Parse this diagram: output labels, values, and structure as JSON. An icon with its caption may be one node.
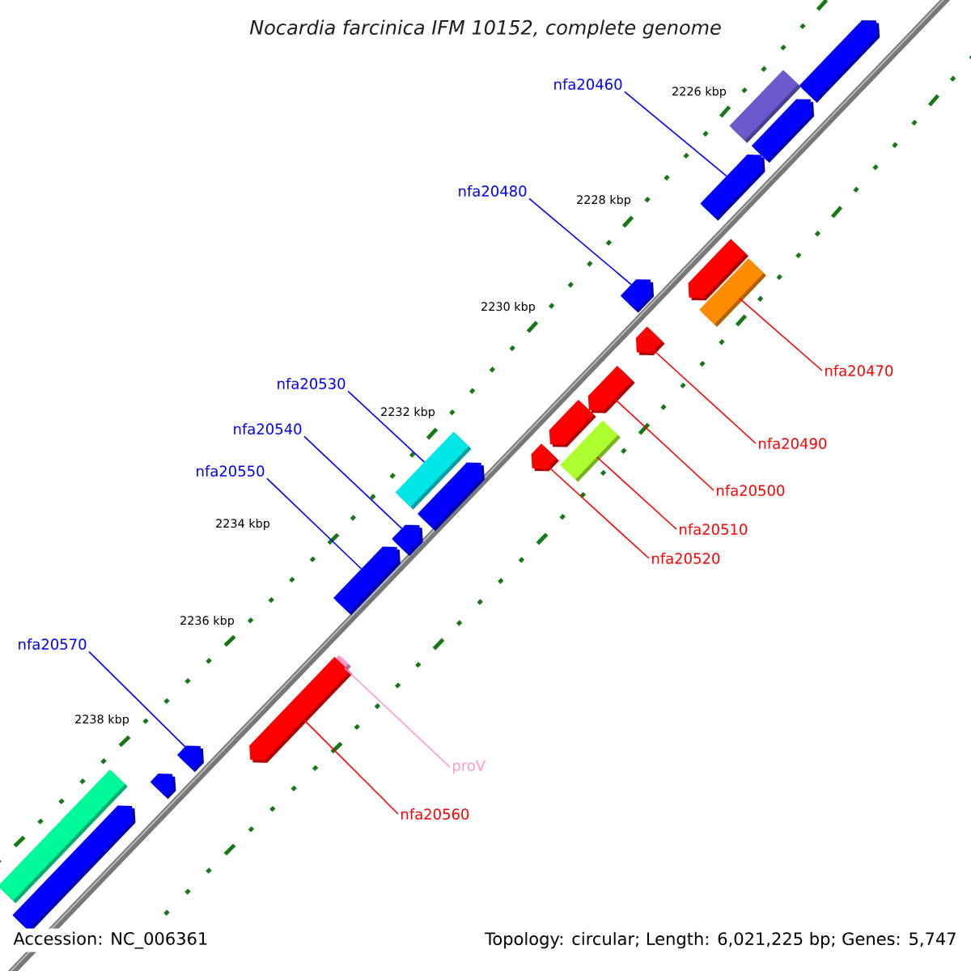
{
  "diagram": {
    "title": "Nocardia farcinica IFM 10152, complete genome",
    "nodes": [
      {
        "text": [
          "nfa20460"
        ]
      },
      {
        "text": [
          "nfa20480"
        ]
      },
      {
        "text": [
          "nfa20470"
        ]
      },
      {
        "text": [
          "nfa20530"
        ]
      },
      {
        "text": [
          "nfa20540"
        ]
      },
      {
        "text": [
          "nfa20490"
        ]
      },
      {
        "text": [
          "nfa20550"
        ]
      },
      {
        "text": [
          "nfa20500"
        ]
      },
      {
        "text": [
          "nfa20510"
        ]
      },
      {
        "text": [
          "nfa20520"
        ]
      },
      {
        "text": [
          "nfa20570"
        ]
      },
      {
        "text": [
          "proV"
        ]
      },
      {
        "text": [
          "nfa20560"
        ]
      },
      {
        "text": [],
        "shape": "pentagon"
      },
      {
        "text": [],
        "shape": "box"
      },
      {
        "text": [],
        "shape": "pentagon"
      },
      {
        "text": [],
        "shape": "pentagon"
      },
      {
        "text": [],
        "shape": "pentagon"
      },
      {
        "text": [],
        "shape": "pentagon"
      },
      {
        "text": [],
        "shape": "box"
      },
      {
        "text": [],
        "shape": "pentagon"
      },
      {
        "text": [],
        "shape": "pentagon"
      },
      {
        "text": [],
        "shape": "pentagon"
      },
      {
        "text": [],
        "shape": "box"
      },
      {
        "text": [],
        "shape": "pentagon"
      },
      {
        "text": [],
        "shape": "box"
      },
      {
        "text": [],
        "shape": "pentagon"
      },
      {
        "text": [],
        "shape": "pentagon"
      },
      {
        "text": [],
        "shape": "pentagon"
      },
      {
        "text": [],
        "shape": "pentagon"
      },
      {
        "text": [],
        "shape": "pentagon"
      },
      {
        "text": [],
        "shape": "pentagon"
      },
      {
        "text": [],
        "shape": "pentagon"
      },
      {
        "text": [],
        "shape": "box"
      },
      {
        "text": [],
        "shape": "pentagon"
      }
    ],
    "edges": [
      {
        "from": 0,
        "to": 16,
        "arrow": "none",
        "color": "#0000ff"
      },
      {
        "from": 1,
        "to": 18,
        "arrow": "none",
        "color": "#0000ff"
      },
      {
        "from": 2,
        "to": 19,
        "arrow": "none",
        "color": "#ff0000"
      },
      {
        "from": 3,
        "to": 25,
        "arrow": "none",
        "color": "#0000ff"
      },
      {
        "from": 4,
        "to": 27,
        "arrow": "none",
        "color": "#0000ff"
      },
      {
        "from": 5,
        "to": 20,
        "arrow": "none",
        "color": "#ff0000"
      },
      {
        "from": 6,
        "to": 28,
        "arrow": "none",
        "color": "#0000ff"
      },
      {
        "from": 7,
        "to": 21,
        "arrow": "none",
        "color": "#ff0000"
      },
      {
        "from": 8,
        "to": 23,
        "arrow": "none",
        "color": "#ff0000"
      },
      {
        "from": 9,
        "to": 24,
        "arrow": "none",
        "color": "#ff0000"
      },
      {
        "from": 10,
        "to": 31,
        "arrow": "none",
        "color": "#0000ff"
      },
      {
        "from": 11,
        "to": 29,
        "arrow": "none",
        "color": "#ff99cc"
      },
      {
        "from": 12,
        "to": 30,
        "arrow": "none",
        "color": "#ff0000"
      }
    ],
    "labels": [
      "2226 kbp",
      "2228 kbp",
      "2230 kbp",
      "2232 kbp",
      "2234 kbp",
      "2236 kbp",
      "2238 kbp",
      "Accession: NC_006361",
      "Topology: circular; Length: 6,021,225 bp; Genes: 5,747"
    ]
  }
}
